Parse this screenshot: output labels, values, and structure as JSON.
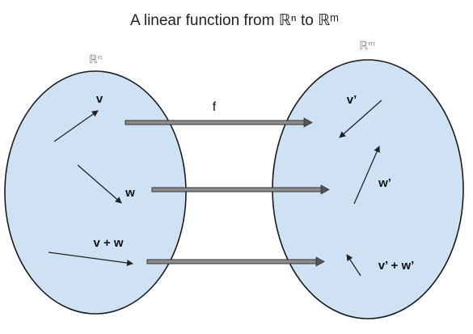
{
  "title": "A linear function from ℝⁿ to ℝᵐ",
  "domain_label": "ℝⁿ",
  "codomain_label": "ℝᵐ",
  "map_label": "f",
  "domain_vectors": [
    "v",
    "w",
    "v + w"
  ],
  "codomain_vectors": [
    "v’",
    "w’",
    "v’ + w’"
  ],
  "colors": {
    "set_fill": "#cfe2f3",
    "set_stroke": "#1b1b1b",
    "mapping_arrow": "#8c8c8c"
  }
}
